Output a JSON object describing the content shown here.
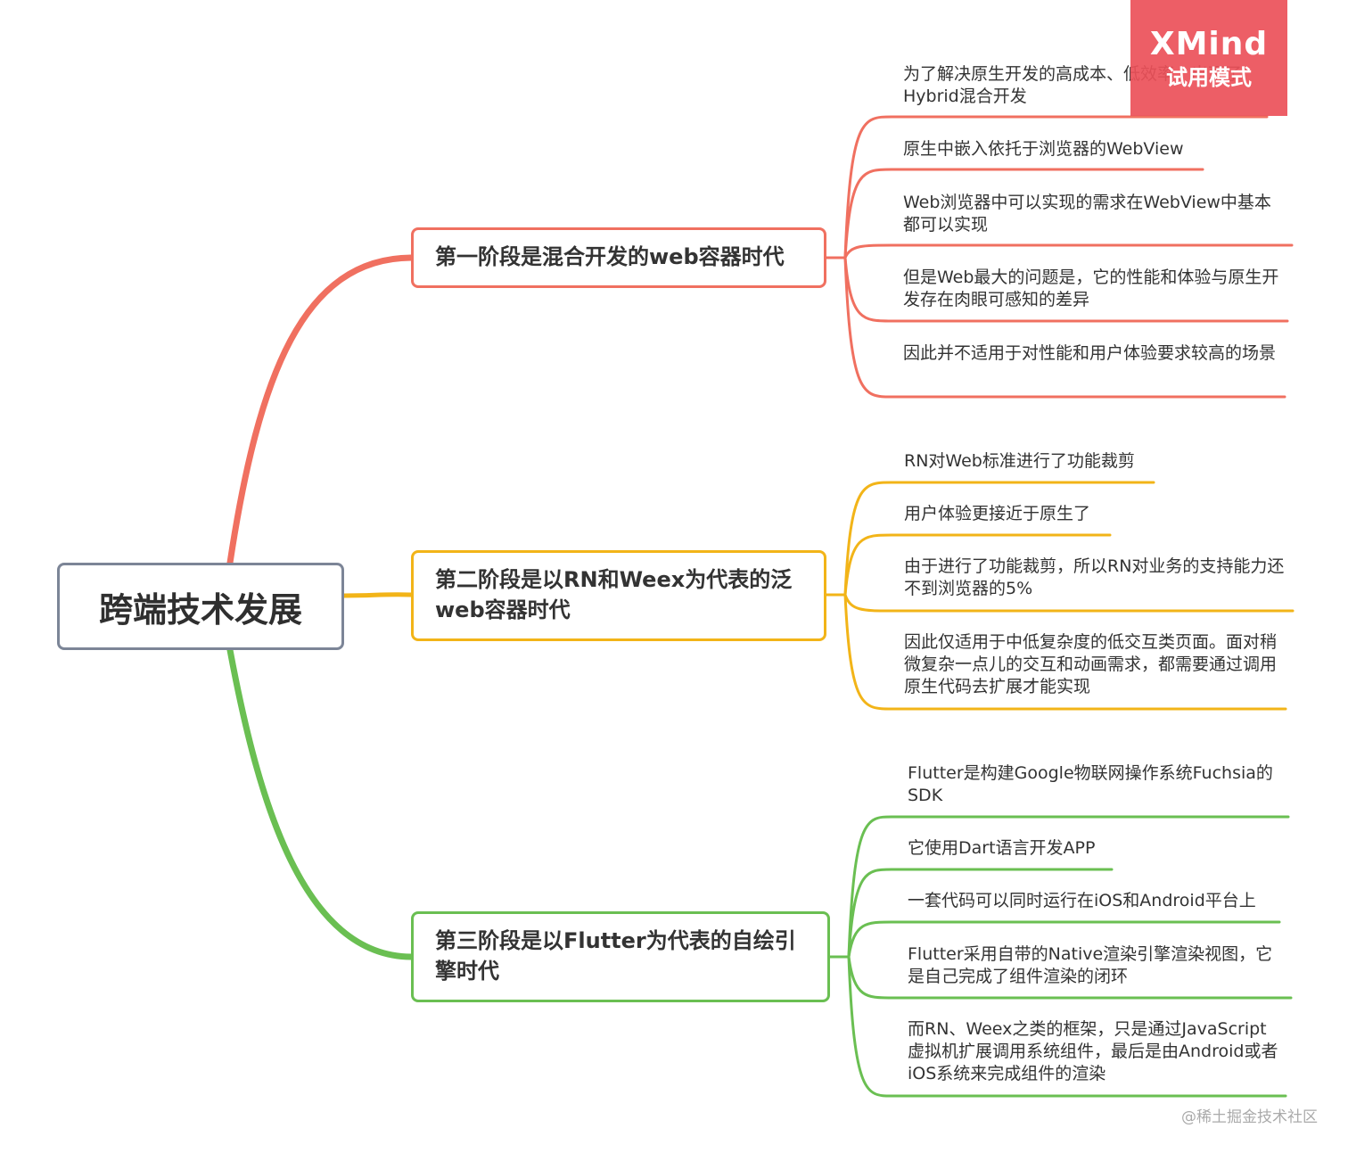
{
  "root": {
    "label": "跨端技术发展"
  },
  "branches": [
    {
      "label": "第一阶段是混合开发的web容器时代",
      "color": "#f07060",
      "leaves": [
        "为了解决原生开发的高成本、低效率，出现了Hybrid混合开发",
        "原生中嵌入依托于浏览器的WebView",
        "Web浏览器中可以实现的需求在WebView中基本都可以实现",
        "但是Web最大的问题是，它的性能和体验与原生开发存在肉眼可感知的差异",
        "因此并不适用于对性能和用户体验要求较高的场景"
      ]
    },
    {
      "label": "第二阶段是以RN和Weex为代表的泛web容器时代",
      "color": "#f2b418",
      "leaves": [
        "RN对Web标准进行了功能裁剪",
        "用户体验更接近于原生了",
        "由于进行了功能裁剪，所以RN对业务的支持能力还不到浏览器的5%",
        "因此仅适用于中低复杂度的低交互类页面。面对稍微复杂一点儿的交互和动画需求，都需要通过调用原生代码去扩展才能实现"
      ]
    },
    {
      "label": "第三阶段是以Flutter为代表的自绘引擎时代",
      "color": "#6abf52",
      "leaves": [
        "Flutter是构建Google物联网操作系统Fuchsia的SDK",
        "它使用Dart语言开发APP",
        "一套代码可以同时运行在iOS和Android平台上",
        "Flutter采用自带的Native渲染引擎渲染视图，它是自己完成了组件渲染的闭环",
        "而RN、Weex之类的框架，只是通过JavaScript虚拟机扩展调用系统组件，最后是由Android或者iOS系统来完成组件的渲染"
      ]
    }
  ],
  "watermark": {
    "brand": "XMind",
    "mode": "试用模式"
  },
  "credit": "@稀土掘金技术社区",
  "colors": {
    "root_border": "#7c8597",
    "watermark_bg": "#ec5059"
  }
}
